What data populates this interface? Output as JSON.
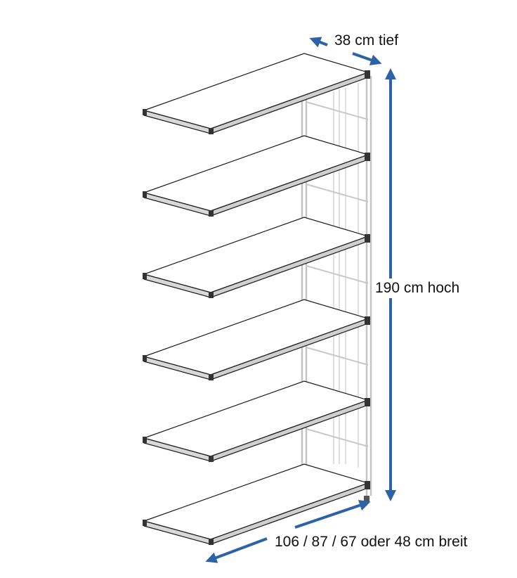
{
  "diagram": {
    "subject": "wall shelf add-on unit with 6 shelves",
    "shelf_count": 6,
    "dimensions": {
      "depth_label": "38 cm tief",
      "height_label": "190 cm hoch",
      "width_label": "106 / 87 / 67 oder 48 cm breit"
    },
    "colors": {
      "arrow": "#2e62a6",
      "shelf_edge": "#1a1a1a",
      "frame": "#b8b8b8",
      "background": "#ffffff"
    }
  }
}
